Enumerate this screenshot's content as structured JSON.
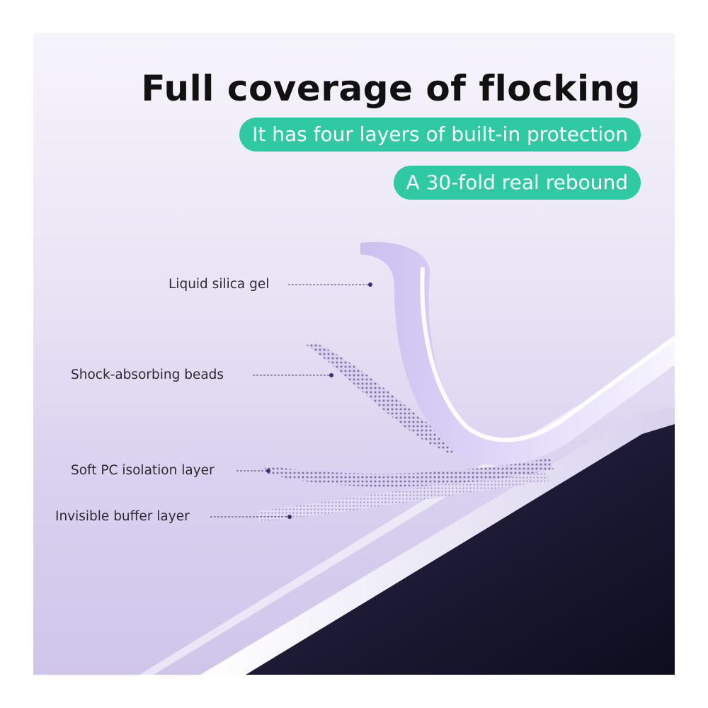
{
  "headline": "Full coverage of flocking",
  "badges": [
    "It has four layers of built-in protection",
    "A 30-fold real rebound"
  ],
  "layers": [
    "Liquid silica gel",
    "Shock-absorbing beads",
    "Soft PC isolation layer",
    "Invisible buffer layer"
  ],
  "colors": {
    "accent": "#2fc9a4",
    "background": "#e9e4f5",
    "device": "#1a1830",
    "silicone": "#ece8fb"
  }
}
